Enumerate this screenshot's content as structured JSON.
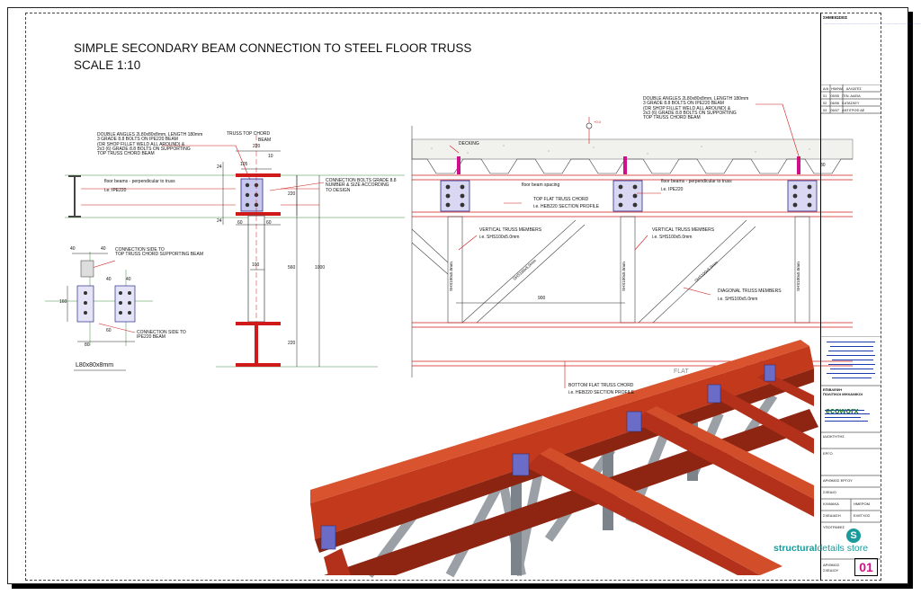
{
  "drawing": {
    "title_line1": "SIMPLE SECONDARY BEAM CONNECTION TO STEEL FLOOR TRUSS",
    "title_line2": "SCALE 1:10"
  },
  "detail_left": {
    "note_angles": [
      "DOUBLE ANGLES 2L80x80x8mm, LENGTH 180mm",
      "3 GRADE 8.8 BOLTS ON IPE220 BEAM",
      "(OR SHOP FILLET WELD ALL AROUND) &",
      "2x3 (6) GRADE 8.8 BOLTS ON SUPPORTING",
      "TOP TRUSS CHORD BEAM"
    ],
    "truss_top_chord": "TRUSS TOP CHORD",
    "beam": "BEAM",
    "floor_beams": "floor beams - perpendicular to truss",
    "ie_ipe220": "i.e. IPE220",
    "connection_bolts": [
      "CONNECTION BOLTS GRADE 8.8",
      "NUMBER & SIZE ACCORDING",
      "TO DESIGN"
    ],
    "connection_side_top": [
      "CONNECTION SIDE TO",
      "TOP TRUSS CHORD SUPPORTING BEAM"
    ],
    "connection_side_beam": [
      "CONNECTION SIDE TO",
      "IPE220 BEAM"
    ],
    "angle_label": "L80x80x8mm",
    "dims": {
      "d220": "220",
      "d105": "105",
      "d10": "10",
      "d24a": "24",
      "d24b": "24",
      "d220v": "220",
      "d60a": "60",
      "d60b": "60",
      "d100": "100",
      "d560": "560",
      "d1000": "1000",
      "d220b": "220",
      "d40a": "40",
      "d40b": "40",
      "d40c": "40",
      "d40d": "40",
      "d160": "160",
      "d80": "80",
      "d60c": "60"
    }
  },
  "detail_right": {
    "note_angles": [
      "DOUBLE ANGLES 2L80x80x8mm, LENGTH 180mm",
      "3 GRADE 8.8 BOLTS ON IPE220 BEAM",
      "(OR SHOP FILLET WELD ALL AROUND) &",
      "2x3 (6) GRADE 8.8 BOLTS ON SUPPORTING",
      "TOP TRUSS CHORD BEAM"
    ],
    "decking": "DECKING",
    "floor_beam_spacing": "floor beam spacing",
    "floor_beams": "floor beams - perpendicular to truss",
    "ie_ipe220": "i.e. IPE220",
    "top_chord": "TOP FLAT TRUSS CHORD",
    "top_chord_ie": "i.e. HEB220 SECTION PROFILE",
    "vertical_members_1": "VERTICAL TRUSS MEMBERS",
    "vertical_members_1_ie": "i.e. SHS100x5.0mm",
    "vertical_members_2": "VERTICAL TRUSS MEMBERS",
    "vertical_members_2_ie": "i.e. SHS100x5.0mm",
    "diagonal_members": "DIAGONAL TRUSS MEMBERS",
    "diagonal_members_ie": "i.e. SHS100x5.0mm",
    "bottom_chord": "BOTTOM FLAT TRUSS CHORD",
    "bottom_chord_ie": "i.e. HEB220 SECTION PROFILE",
    "flat_label": "FLAT",
    "shs_label": "SHS100x5.0mm",
    "dim_900": "900",
    "dim_30": "30",
    "level": "+0.0"
  },
  "title_block": {
    "notes_header": "ΣΗΜΕΙΩΣΕΙΣ",
    "revisions_header": [
      "Α/Α",
      "ΗΜ/ΝΙΑ",
      "ΑΛΛΑΓΕΣ"
    ],
    "revisions": [
      [
        "01",
        "05/05",
        "ΓΕΝ. ΑΔΕΙΑ"
      ],
      [
        "02",
        "06/06",
        "ΚΑΤΑΣΚΕΥ"
      ],
      [
        "03",
        "06/07",
        "ΑΝΤΙΓΡΟΦ ΑΕ"
      ]
    ],
    "company_header": "ΕΠΙΒΛΕΨΗ",
    "company_sub": "ΠΟΛΙΤΙΚΟΙ ΜΗΧΑΝΙΚΟΙ",
    "logo": "ecoworx",
    "owner": "ΙΔΙΟΚΤΗΤΗΣ",
    "project": "ΕΡΓΟ",
    "project_number": "ΑΡΙΘΜΟΣ ΕΡΓΟΥ",
    "drawing": "ΣΧΕΔΙΟ",
    "scale": "ΚΛΙΜΑΚΑ",
    "date": "ΗΜΕΡΟΜ",
    "drawn": "ΣΧΕΔΙΑΣΗ",
    "checked": "ΕΛΕΓΧΟΣ",
    "signatures": "ΥΠΟΓΡΑΦΕΣ",
    "sheet_label_1": "ΑΡΙΘΜΟΣ",
    "sheet_label_2": "ΣΧΕΔΙΟΥ",
    "sheet_number": "01"
  },
  "brand": {
    "bold": "structural",
    "rest": "details store",
    "logo_letter": "S"
  },
  "colors": {
    "steel_red": "#d01a1a",
    "beam_3d": "#b3301a",
    "truss_grey": "#9aa0a6",
    "plate_blue": "#6a6cc8",
    "magenta": "#d0108a",
    "teal": "#1a9a9a"
  }
}
